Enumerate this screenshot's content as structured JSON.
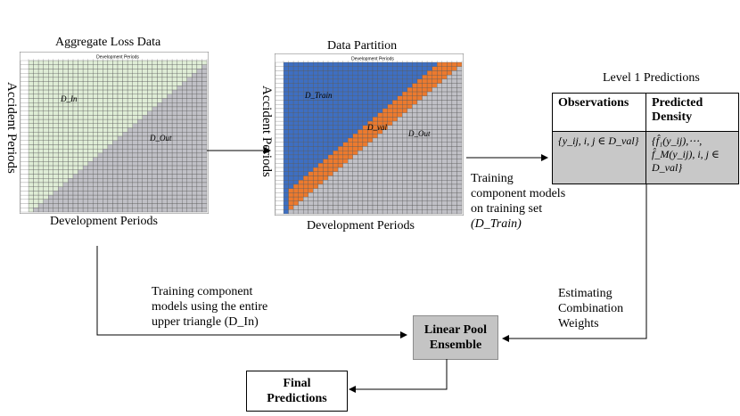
{
  "left_panel": {
    "title": "Aggregate Loss Data",
    "grid_header": "Development Periods",
    "y_label": "Accident Periods",
    "x_label": "Development Periods",
    "region_in": "D_In",
    "region_out": "D_Out",
    "colors": {
      "upper": "#dfedd6",
      "lower": "#c0c0c6"
    }
  },
  "middle_panel": {
    "title": "Data Partition",
    "grid_header": "Development Periods",
    "y_label": "Accident Periods",
    "x_label": "Development Periods",
    "region_train": "D_Train",
    "region_val": "D_val",
    "region_out": "D_Out",
    "colors": {
      "train": "#3e6fc2",
      "val": "#ec7a2e",
      "out": "#c0c0c6"
    }
  },
  "level1": {
    "title": "Level 1 Predictions",
    "col_observations": "Observations",
    "col_predicted": "Predicted Density",
    "obs_cell": "{y_ij, i, j ∈ D_val}",
    "pred_line1": "{f̂₁(y_ij),⋯,",
    "pred_line2": "f̂_M(y_ij), i, j ∈",
    "pred_line3": "D_val}"
  },
  "annotations": {
    "training_train": [
      "Training",
      "component models",
      "on training set",
      "(D_Train)"
    ],
    "training_all": [
      "Training component",
      "models using the entire",
      "upper triangle (D_In)"
    ],
    "estimating": [
      "Estimating",
      "Combination",
      "Weights"
    ]
  },
  "boxes": {
    "ensemble": "Linear Pool Ensemble",
    "final": "Final Predictions"
  }
}
